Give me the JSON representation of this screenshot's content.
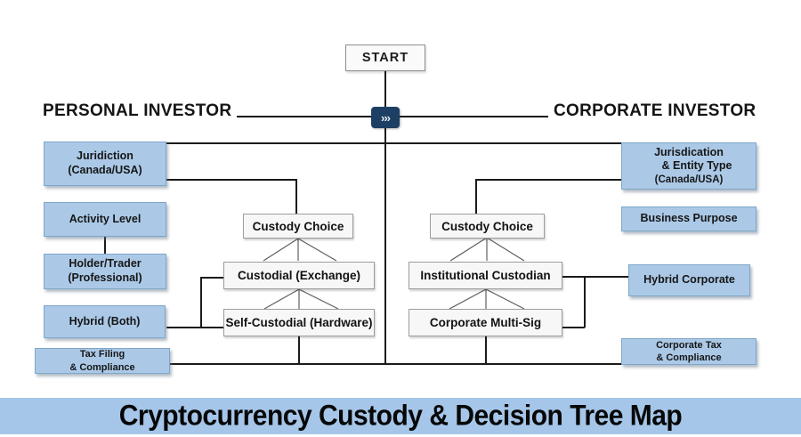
{
  "start": {
    "label": "START"
  },
  "center_connector": {
    "glyph": "›››"
  },
  "headers": {
    "left": "PERSONAL INVESTOR",
    "right": "CORPORATE INVESTOR"
  },
  "personal": {
    "jurisdiction": {
      "line1": "Juridiction",
      "line2": "(Canada/USA)"
    },
    "activity": "Activity Level",
    "holder": {
      "line1": "Holder/Trader",
      "line2": "(Professional)"
    },
    "hybrid": "Hybrid (Both)",
    "tax": {
      "line1": "Tax Filing",
      "line2": "& Compliance"
    }
  },
  "personal_custody": {
    "choice": "Custody Choice",
    "custodial": "Custodial (Exchange)",
    "self_custodial": "Self-Custodial (Hardware)"
  },
  "corporate_custody": {
    "choice": "Custody Choice",
    "institutional": "Institutional Custodian",
    "multisig": "Corporate Multi-Sig"
  },
  "corporate": {
    "jurisdiction": {
      "line1": "Jurisdication",
      "line2": "& Entity Type",
      "line3": "(Canada/USA)"
    },
    "business": "Business Purpose",
    "hybrid": "Hybrid Corporate",
    "tax": {
      "line1": "Corporate Tax",
      "line2": "& Compliance"
    }
  },
  "footer": {
    "title": "Cryptocurrency Custody & Decision Tree Map"
  },
  "colors": {
    "node_blue": "#abc9e7",
    "node_blue_border": "#7fa6c9",
    "banner_blue": "#a5c6e9",
    "connector_navy": "#1d3f63",
    "line_black": "#1b1b1b",
    "fan_gray": "#5f5f5f"
  }
}
